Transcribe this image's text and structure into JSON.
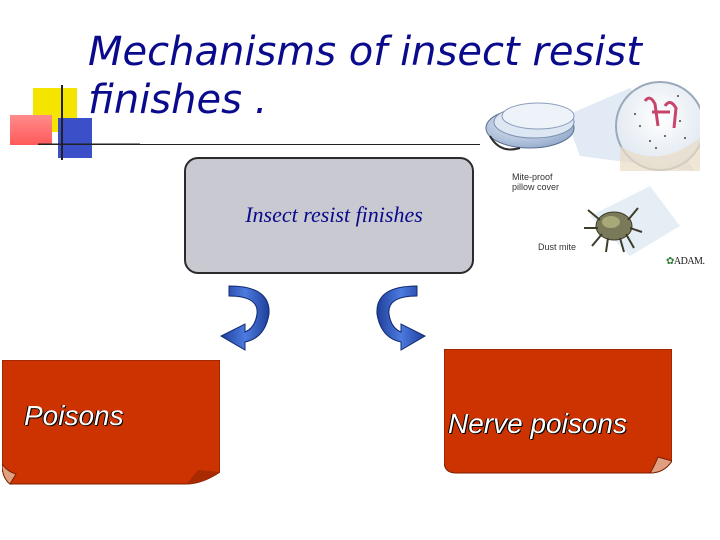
{
  "slide": {
    "title": "Mechanisms of insect resist finishes .",
    "center_label": "Insect resist finishes",
    "left_label": "Poisons",
    "right_label": "Nerve poisons"
  },
  "illustration": {
    "pillow_label": "Mite-proof pillow cover",
    "mite_label": "Dust mite",
    "logo_text": "ADAM."
  },
  "colors": {
    "title": "#0a0a8c",
    "center_box_fill": "#c9c9d1",
    "outcome_box_fill": "#cc3300",
    "arrow_fill": "#2f5bc6",
    "deco_yellow": "#f5e400",
    "deco_red": "#ff5a5a",
    "deco_blue": "#3a4fc8"
  }
}
